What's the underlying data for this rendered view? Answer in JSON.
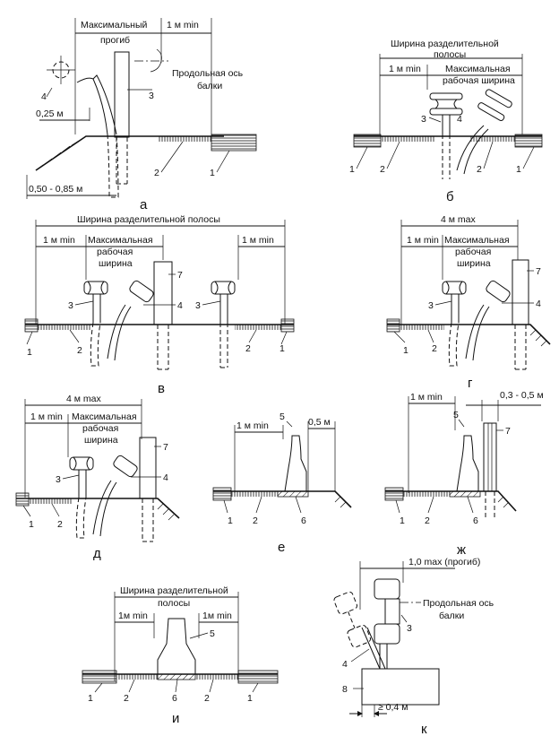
{
  "panel_a": {
    "label": "а",
    "dim_max_deflection_1": "Максимальный",
    "dim_max_deflection_2": "прогиб",
    "dim_1m": "1 м min",
    "axis_1": "Продольная ось",
    "axis_2": "балки",
    "dim_025": "0,25 м",
    "dim_050": "0,50 - 0,85 м",
    "n4": "4",
    "n3": "3",
    "n2": "2",
    "n1": "1"
  },
  "panel_b": {
    "label": "б",
    "width_1": "Ширина разделительной",
    "width_2": "полосы",
    "dim_1m": "1 м min",
    "work_1": "Максимальная",
    "work_2": "рабочая ширина",
    "n3": "3",
    "n4": "4",
    "n1l": "1",
    "n2l": "2",
    "n2r": "2",
    "n1r": "1"
  },
  "panel_v": {
    "label": "в",
    "width": "Ширина разделительной полосы",
    "dim_1m_l": "1 м min",
    "dim_1m_r": "1 м min",
    "work_1": "Максимальная",
    "work_2": "рабочая",
    "work_3": "ширина",
    "n7": "7",
    "n3l": "3",
    "n4": "4",
    "n3r": "3",
    "n1l": "1",
    "n2l": "2",
    "n2r": "2",
    "n1r": "1"
  },
  "panel_g": {
    "label": "г",
    "dim_4m": "4 м max",
    "dim_1m": "1 м min",
    "work_1": "Максимальная",
    "work_2": "рабочая",
    "work_3": "ширина",
    "n7": "7",
    "n3": "3",
    "n4": "4",
    "n1": "1",
    "n2": "2"
  },
  "panel_d": {
    "label": "д",
    "dim_4m": "4 м max",
    "dim_1m": "1 м min",
    "work_1": "Максимальная",
    "work_2": "рабочая",
    "work_3": "ширина",
    "n7": "7",
    "n3": "3",
    "n4": "4",
    "n1": "1",
    "n2": "2"
  },
  "panel_e": {
    "label": "е",
    "dim_1m": "1 м min",
    "dim_05": "0,5 м",
    "n5": "5",
    "n1": "1",
    "n2": "2",
    "n6": "6"
  },
  "panel_zh": {
    "label": "ж",
    "dim_1m": "1 м min",
    "dim_03": "0,3 - 0,5 м",
    "n5": "5",
    "n7": "7",
    "n1": "1",
    "n2": "2",
    "n6": "6"
  },
  "panel_i": {
    "label": "и",
    "width_1": "Ширина разделительной",
    "width_2": "полосы",
    "dim_1m_l": "1м min",
    "dim_1m_r": "1м min",
    "n5": "5",
    "n1l": "1",
    "n2l": "2",
    "n6": "6",
    "n2r": "2",
    "n1r": "1"
  },
  "panel_k": {
    "label": "к",
    "dim_top": "1,0 max (прогиб)",
    "axis_1": "Продольная ось",
    "axis_2": "балки",
    "dim_bottom": "≥ 0,4 м",
    "n3": "3",
    "n4": "4",
    "n8": "8"
  }
}
